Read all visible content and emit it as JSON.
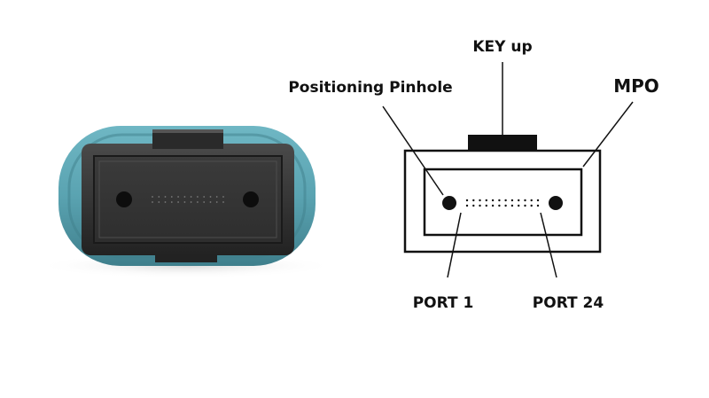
{
  "labels": {
    "key": "KEY up",
    "pinhole": "Positioning Pinhole",
    "connector": "MPO",
    "port_first": "PORT 1",
    "port_last": "PORT 24"
  },
  "fiber_count": 24,
  "colors": {
    "aqua_housing": "#5aa3b1",
    "aqua_shadow": "#2f6f7c",
    "ferrule_dark": "#2b2b2b",
    "ferrule_face": "#3a3a3a",
    "pin_hole": "#0d0d0d",
    "line": "#111111",
    "background": "#ffffff"
  }
}
